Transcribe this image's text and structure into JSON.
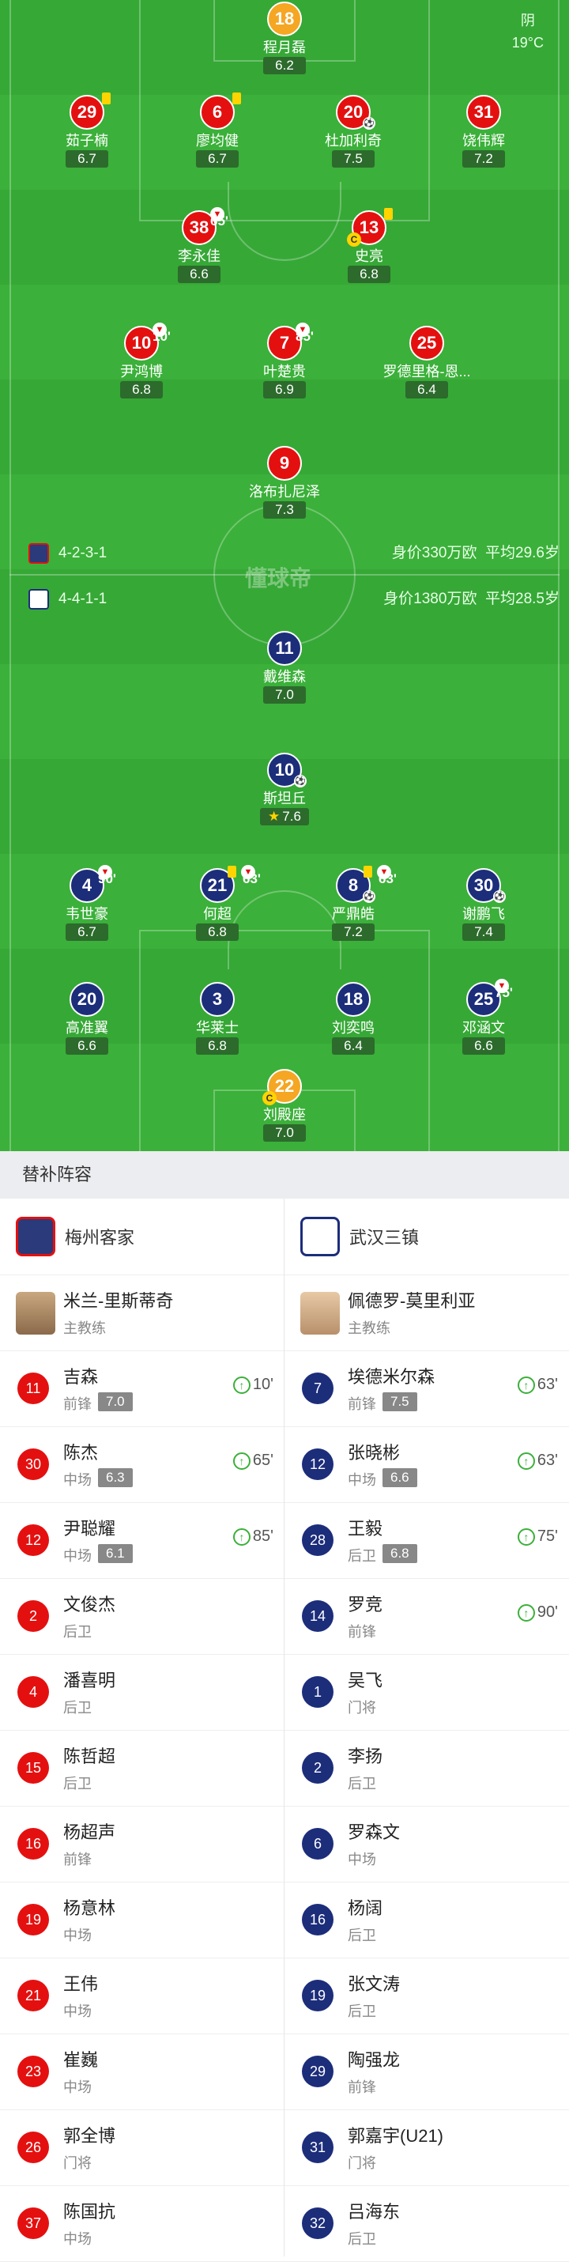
{
  "weather": {
    "condition": "阴",
    "temperature": "19°C"
  },
  "home_team": {
    "name": "梅州客家",
    "formation": "4-2-3-1",
    "value": "身价330万欧",
    "avg_age": "平均29.6岁"
  },
  "away_team": {
    "name": "武汉三镇",
    "formation": "4-4-1-1",
    "value": "身价1380万欧",
    "avg_age": "平均28.5岁"
  },
  "watermark": "懂球帝",
  "home_lineup": [
    {
      "num": "18",
      "name": "程月磊",
      "rating": "6.2"
    },
    {
      "num": "29",
      "name": "茹子楠",
      "rating": "6.7"
    },
    {
      "num": "6",
      "name": "廖均健",
      "rating": "6.7"
    },
    {
      "num": "20",
      "name": "杜加利奇",
      "rating": "7.5"
    },
    {
      "num": "31",
      "name": "饶伟辉",
      "rating": "7.2"
    },
    {
      "num": "38",
      "name": "李永佳",
      "rating": "6.6",
      "sub_time": "65'"
    },
    {
      "num": "13",
      "name": "史亮",
      "rating": "6.8"
    },
    {
      "num": "10",
      "name": "尹鸿博",
      "rating": "6.8",
      "sub_time": "10'"
    },
    {
      "num": "7",
      "name": "叶楚贵",
      "rating": "6.9",
      "sub_time": "85'"
    },
    {
      "num": "25",
      "name": "罗德里格-恩...",
      "rating": "6.4"
    },
    {
      "num": "9",
      "name": "洛布扎尼泽",
      "rating": "7.3"
    }
  ],
  "away_lineup": [
    {
      "num": "11",
      "name": "戴维森",
      "rating": "7.0"
    },
    {
      "num": "10",
      "name": "斯坦丘",
      "rating": "7.6"
    },
    {
      "num": "4",
      "name": "韦世豪",
      "rating": "6.7",
      "sub_time": "90'"
    },
    {
      "num": "21",
      "name": "何超",
      "rating": "6.8",
      "sub_time": "63'"
    },
    {
      "num": "8",
      "name": "严鼎皓",
      "rating": "7.2",
      "sub_time": "63'"
    },
    {
      "num": "30",
      "name": "谢鹏飞",
      "rating": "7.4"
    },
    {
      "num": "20",
      "name": "高准翼",
      "rating": "6.6"
    },
    {
      "num": "3",
      "name": "华莱士",
      "rating": "6.8"
    },
    {
      "num": "18",
      "name": "刘奕鸣",
      "rating": "6.4"
    },
    {
      "num": "25",
      "name": "邓涵文",
      "rating": "6.6",
      "sub_time": "75'"
    },
    {
      "num": "22",
      "name": "刘殿座",
      "rating": "7.0"
    }
  ],
  "subs_title": "替补阵容",
  "home_coach": {
    "name": "米兰-里斯蒂奇",
    "role": "主教练"
  },
  "away_coach": {
    "name": "佩德罗-莫里利亚",
    "role": "主教练"
  },
  "home_subs": [
    {
      "num": "11",
      "name": "吉森",
      "pos": "前锋",
      "rating": "7.0",
      "in": "10'"
    },
    {
      "num": "30",
      "name": "陈杰",
      "pos": "中场",
      "rating": "6.3",
      "in": "65'"
    },
    {
      "num": "12",
      "name": "尹聪耀",
      "pos": "中场",
      "rating": "6.1",
      "in": "85'"
    },
    {
      "num": "2",
      "name": "文俊杰",
      "pos": "后卫"
    },
    {
      "num": "4",
      "name": "潘喜明",
      "pos": "后卫"
    },
    {
      "num": "15",
      "name": "陈哲超",
      "pos": "后卫"
    },
    {
      "num": "16",
      "name": "杨超声",
      "pos": "前锋"
    },
    {
      "num": "19",
      "name": "杨意林",
      "pos": "中场"
    },
    {
      "num": "21",
      "name": "王伟",
      "pos": "中场"
    },
    {
      "num": "23",
      "name": "崔巍",
      "pos": "中场"
    },
    {
      "num": "26",
      "name": "郭全博",
      "pos": "门将"
    },
    {
      "num": "37",
      "name": "陈国抗",
      "pos": "中场"
    }
  ],
  "away_subs": [
    {
      "num": "7",
      "name": "埃德米尔森",
      "pos": "前锋",
      "rating": "7.5",
      "in": "63'"
    },
    {
      "num": "12",
      "name": "张晓彬",
      "pos": "中场",
      "rating": "6.6",
      "in": "63'"
    },
    {
      "num": "28",
      "name": "王毅",
      "pos": "后卫",
      "rating": "6.8",
      "in": "75'"
    },
    {
      "num": "14",
      "name": "罗竞",
      "pos": "前锋",
      "in": "90'"
    },
    {
      "num": "1",
      "name": "吴飞",
      "pos": "门将"
    },
    {
      "num": "2",
      "name": "李扬",
      "pos": "后卫"
    },
    {
      "num": "6",
      "name": "罗森文",
      "pos": "中场"
    },
    {
      "num": "16",
      "name": "杨阔",
      "pos": "后卫"
    },
    {
      "num": "19",
      "name": "张文涛",
      "pos": "后卫"
    },
    {
      "num": "29",
      "name": "陶强龙",
      "pos": "前锋"
    },
    {
      "num": "31",
      "name": "郭嘉宇(U21)",
      "pos": "门将"
    },
    {
      "num": "32",
      "name": "吕海东",
      "pos": "后卫"
    }
  ]
}
